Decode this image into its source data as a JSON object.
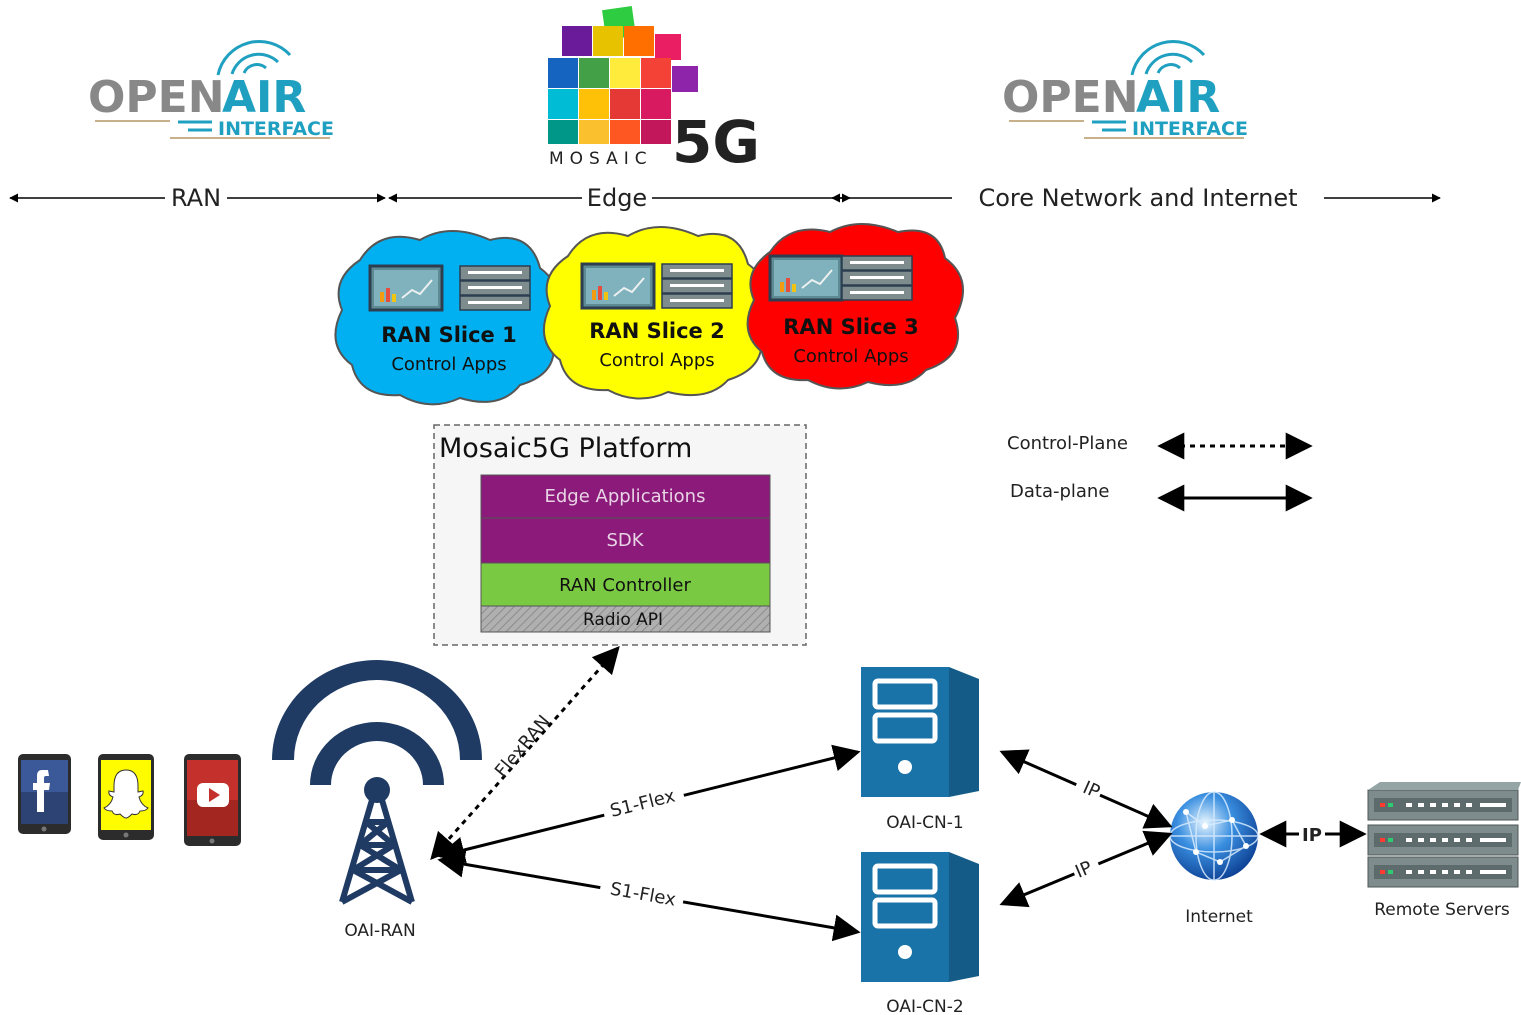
{
  "logos": {
    "oai_left": {
      "word1": "OPEN",
      "word2": "AIR",
      "word3": "INTERFACE"
    },
    "mosaic": {
      "word": "MOSAIC",
      "mark": "5G"
    },
    "oai_right": {
      "word1": "OPEN",
      "word2": "AIR",
      "word3": "INTERFACE"
    }
  },
  "domains": {
    "ran": "RAN",
    "edge": "Edge",
    "core": "Core Network and Internet"
  },
  "slices": [
    {
      "title": "RAN Slice 1",
      "subtitle": "Control Apps",
      "color": "#00b0f0"
    },
    {
      "title": "RAN Slice 2",
      "subtitle": "Control Apps",
      "color": "#ffff00"
    },
    {
      "title": "RAN Slice 3",
      "subtitle": "Control Apps",
      "color": "#ff0000"
    }
  ],
  "platform": {
    "title": "Mosaic5G Platform",
    "layers": [
      {
        "label": "Edge Applications",
        "color": "#8b1a7a"
      },
      {
        "label": "SDK",
        "color": "#8b1a7a"
      },
      {
        "label": "RAN Controller",
        "color": "#7ac943"
      },
      {
        "label": "Radio API",
        "color": "#a6a6a6"
      }
    ]
  },
  "legend": {
    "control": "Control-Plane",
    "data": "Data-plane"
  },
  "nodes": {
    "ran": "OAI-RAN",
    "cn1": "OAI-CN-1",
    "cn2": "OAI-CN-2",
    "internet": "Internet",
    "servers": "Remote Servers"
  },
  "links": {
    "flexran": "FlexRAN",
    "s1_top": "S1-Flex",
    "s1_bottom": "S1-Flex",
    "ip_top": "IP",
    "ip_bottom": "IP",
    "ip_servers": "IP"
  },
  "icons": {
    "apps": [
      "facebook-phone-icon",
      "snapchat-phone-icon",
      "youtube-phone-icon"
    ],
    "tower": "cell-tower-icon",
    "server": "server-icon",
    "globe": "globe-icon",
    "rack": "server-rack-icon"
  },
  "colors": {
    "server_blue": "#1a73a8",
    "tower_navy": "#1f3b63",
    "oai_gray": "#888888",
    "oai_teal": "#20a0c0"
  }
}
